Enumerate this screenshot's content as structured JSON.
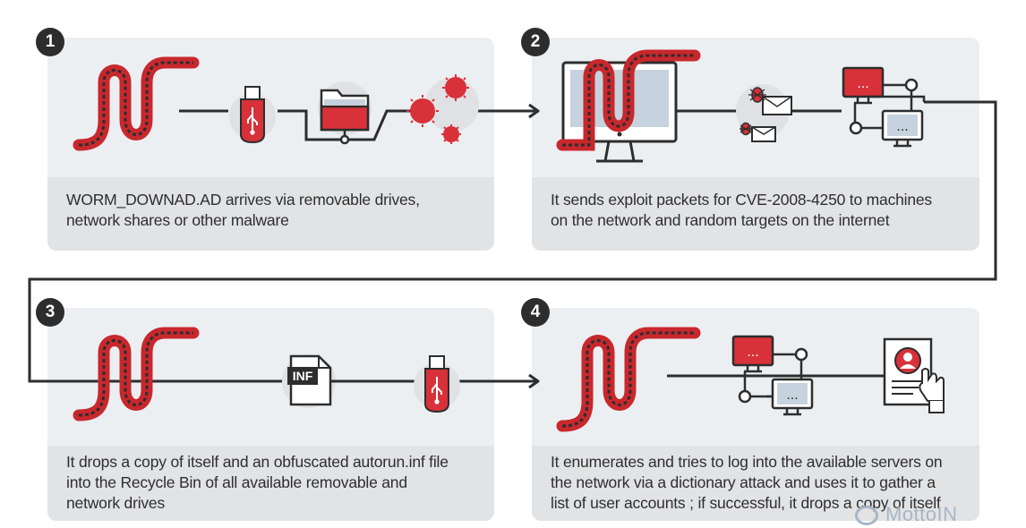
{
  "steps": [
    {
      "number": "1",
      "caption": [
        "WORM_DOWNAD.AD arrives via removable drives,",
        "network shares or other malware"
      ]
    },
    {
      "number": "2",
      "caption": [
        "It sends exploit packets for CVE-2008-4250 to machines",
        "on the network and random targets on the internet"
      ]
    },
    {
      "number": "3",
      "caption": [
        "It drops a copy of itself and an obfuscated autorun.inf file",
        "into the Recycle Bin of all available removable and",
        "network drives"
      ]
    },
    {
      "number": "4",
      "caption": [
        "It enumerates and tries to log into the available servers on",
        "the network via a dictionary attack and uses it to gather a",
        "list of user accounts ; if successful, it drops a copy of itself"
      ]
    }
  ],
  "file_label": "INF",
  "watermark": "MottoIN",
  "colors": {
    "worm": "#c8282d",
    "line": "#2d2d2d",
    "panel": "#eceff2",
    "caption_bg": "#e2e3e4"
  },
  "icons": [
    "worm-icon",
    "usb-drive-icon",
    "folder-icon",
    "virus-icon",
    "monitor-icon",
    "bug-packet-icon",
    "network-computers-icon",
    "inf-file-icon",
    "user-profile-icon"
  ]
}
